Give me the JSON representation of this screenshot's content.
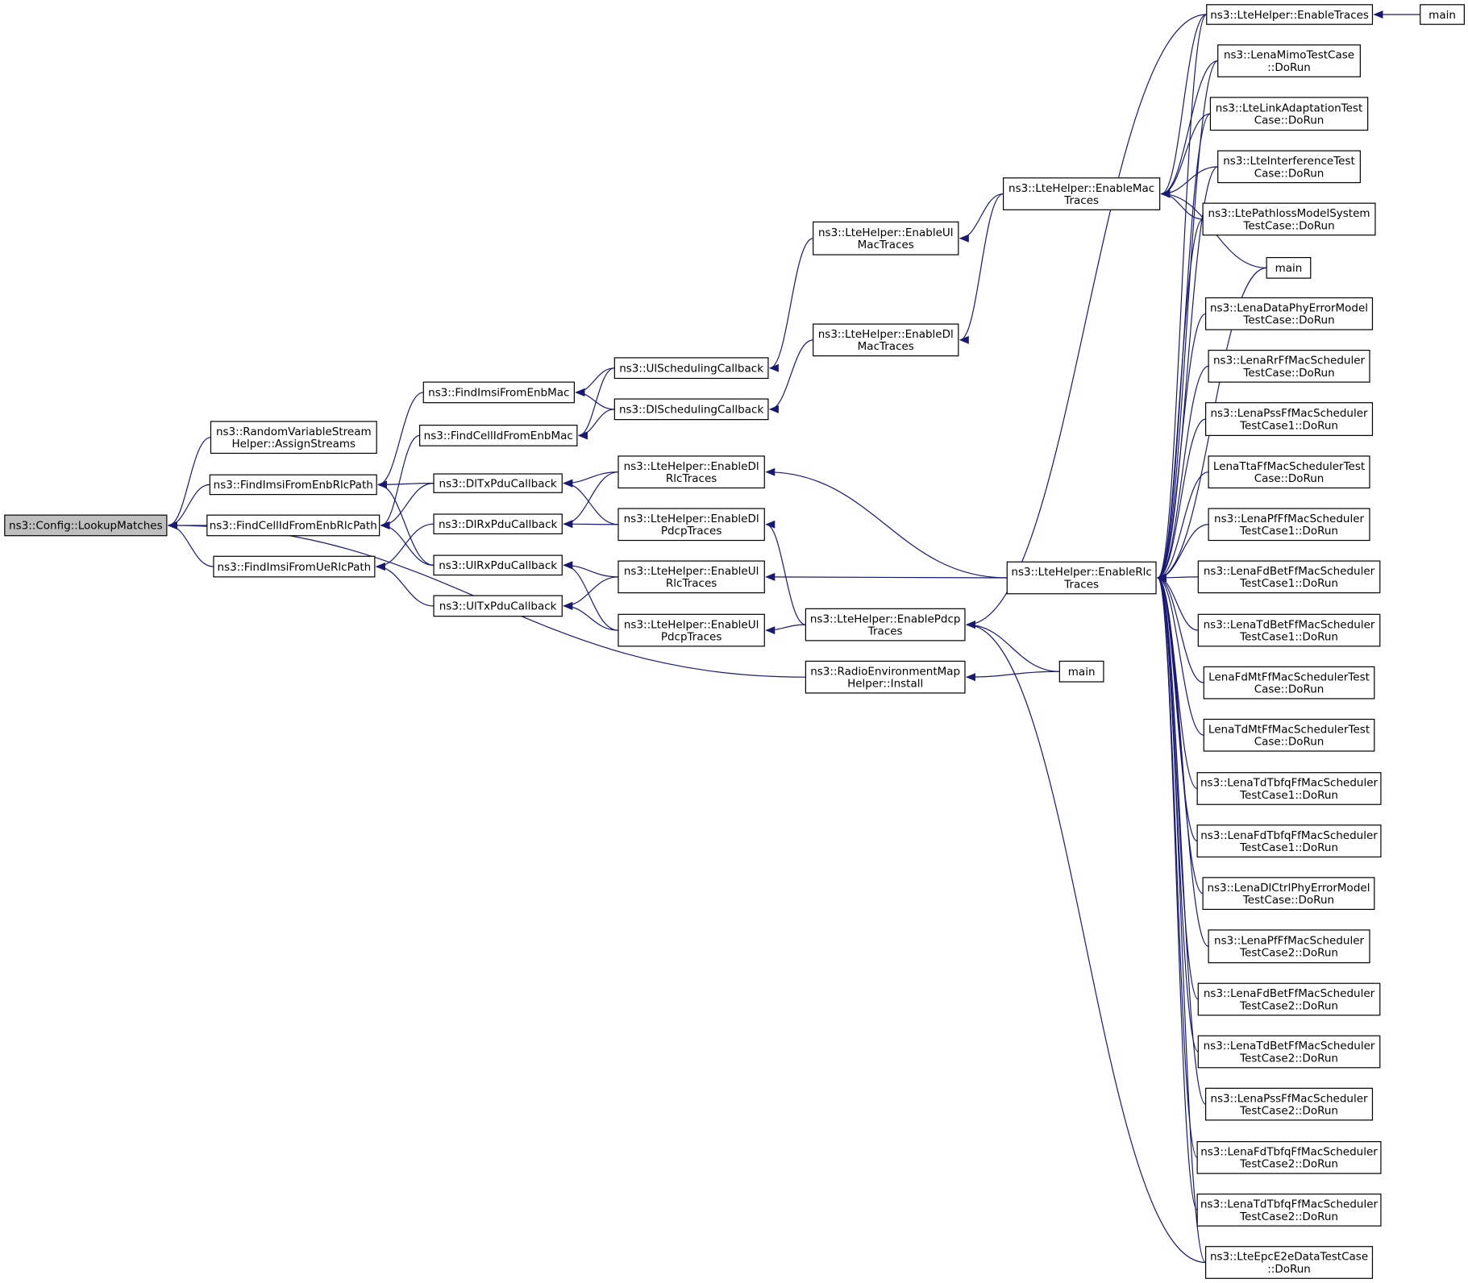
{
  "nodes": [
    {
      "id": "root",
      "lines": [
        "ns3::Config::LookupMatches"
      ],
      "root": true
    },
    {
      "id": "rvs",
      "lines": [
        "ns3::RandomVariableStream",
        "Helper::AssignStreams"
      ]
    },
    {
      "id": "fimsiEnbRlc",
      "lines": [
        "ns3::FindImsiFromEnbRlcPath"
      ]
    },
    {
      "id": "fcellEnbRlc",
      "lines": [
        "ns3::FindCellIdFromEnbRlcPath"
      ]
    },
    {
      "id": "fimsiUeRlc",
      "lines": [
        "ns3::FindImsiFromUeRlcPath"
      ]
    },
    {
      "id": "fimsiEnbMac",
      "lines": [
        "ns3::FindImsiFromEnbMac"
      ]
    },
    {
      "id": "fcellEnbMac",
      "lines": [
        "ns3::FindCellIdFromEnbMac"
      ]
    },
    {
      "id": "dltx",
      "lines": [
        "ns3::DlTxPduCallback"
      ]
    },
    {
      "id": "dlrx",
      "lines": [
        "ns3::DlRxPduCallback"
      ]
    },
    {
      "id": "ulrx",
      "lines": [
        "ns3::UlRxPduCallback"
      ]
    },
    {
      "id": "ultx",
      "lines": [
        "ns3::UlTxPduCallback"
      ]
    },
    {
      "id": "ulsched",
      "lines": [
        "ns3::UlSchedulingCallback"
      ]
    },
    {
      "id": "dlsched",
      "lines": [
        "ns3::DlSchedulingCallback"
      ]
    },
    {
      "id": "edlrlc",
      "lines": [
        "ns3::LteHelper::EnableDl",
        "RlcTraces"
      ]
    },
    {
      "id": "edlpdcp",
      "lines": [
        "ns3::LteHelper::EnableDl",
        "PdcpTraces"
      ]
    },
    {
      "id": "eulrlc",
      "lines": [
        "ns3::LteHelper::EnableUl",
        "RlcTraces"
      ]
    },
    {
      "id": "eulpdcp",
      "lines": [
        "ns3::LteHelper::EnableUl",
        "PdcpTraces"
      ]
    },
    {
      "id": "eulmac",
      "lines": [
        "ns3::LteHelper::EnableUl",
        "MacTraces"
      ]
    },
    {
      "id": "edlmac",
      "lines": [
        "ns3::LteHelper::EnableDl",
        "MacTraces"
      ]
    },
    {
      "id": "epdcp",
      "lines": [
        "ns3::LteHelper::EnablePdcp",
        "Traces"
      ]
    },
    {
      "id": "rem",
      "lines": [
        "ns3::RadioEnvironmentMap",
        "Helper::Install"
      ]
    },
    {
      "id": "emac",
      "lines": [
        "ns3::LteHelper::EnableMac",
        "Traces"
      ]
    },
    {
      "id": "erlc",
      "lines": [
        "ns3::LteHelper::EnableRlc",
        "Traces"
      ]
    },
    {
      "id": "main2",
      "lines": [
        "main"
      ]
    },
    {
      "id": "etraces",
      "lines": [
        "ns3::LteHelper::EnableTraces"
      ]
    },
    {
      "id": "main1",
      "lines": [
        "main"
      ]
    },
    {
      "id": "mimo",
      "lines": [
        "ns3::LenaMimoTestCase",
        "::DoRun"
      ]
    },
    {
      "id": "linkad",
      "lines": [
        "ns3::LteLinkAdaptationTest",
        "Case::DoRun"
      ]
    },
    {
      "id": "interf",
      "lines": [
        "ns3::LteInterferenceTest",
        "Case::DoRun"
      ]
    },
    {
      "id": "pathloss",
      "lines": [
        "ns3::LtePathlossModelSystem",
        "TestCase::DoRun"
      ]
    },
    {
      "id": "main3",
      "lines": [
        "main"
      ]
    },
    {
      "id": "dataphy",
      "lines": [
        "ns3::LenaDataPhyErrorModel",
        "TestCase::DoRun"
      ]
    },
    {
      "id": "rrff",
      "lines": [
        "ns3::LenaRrFfMacScheduler",
        "TestCase::DoRun"
      ]
    },
    {
      "id": "pss1",
      "lines": [
        "ns3::LenaPssFfMacScheduler",
        "TestCase1::DoRun"
      ]
    },
    {
      "id": "tta",
      "lines": [
        "LenaTtaFfMacSchedulerTest",
        "Case::DoRun"
      ]
    },
    {
      "id": "pf1",
      "lines": [
        "ns3::LenaPfFfMacScheduler",
        "TestCase1::DoRun"
      ]
    },
    {
      "id": "fdbet1",
      "lines": [
        "ns3::LenaFdBetFfMacScheduler",
        "TestCase1::DoRun"
      ]
    },
    {
      "id": "tdbet1",
      "lines": [
        "ns3::LenaTdBetFfMacScheduler",
        "TestCase1::DoRun"
      ]
    },
    {
      "id": "fdmt",
      "lines": [
        "LenaFdMtFfMacSchedulerTest",
        "Case::DoRun"
      ]
    },
    {
      "id": "tdmt",
      "lines": [
        "LenaTdMtFfMacSchedulerTest",
        "Case::DoRun"
      ]
    },
    {
      "id": "tdtbfq1",
      "lines": [
        "ns3::LenaTdTbfqFfMacScheduler",
        "TestCase1::DoRun"
      ]
    },
    {
      "id": "fdtbfq1",
      "lines": [
        "ns3::LenaFdTbfqFfMacScheduler",
        "TestCase1::DoRun"
      ]
    },
    {
      "id": "dlctrl",
      "lines": [
        "ns3::LenaDlCtrlPhyErrorModel",
        "TestCase::DoRun"
      ]
    },
    {
      "id": "pf2",
      "lines": [
        "ns3::LenaPfFfMacScheduler",
        "TestCase2::DoRun"
      ]
    },
    {
      "id": "fdbet2",
      "lines": [
        "ns3::LenaFdBetFfMacScheduler",
        "TestCase2::DoRun"
      ]
    },
    {
      "id": "tdbet2",
      "lines": [
        "ns3::LenaTdBetFfMacScheduler",
        "TestCase2::DoRun"
      ]
    },
    {
      "id": "pss2",
      "lines": [
        "ns3::LenaPssFfMacScheduler",
        "TestCase2::DoRun"
      ]
    },
    {
      "id": "fdtbfq2",
      "lines": [
        "ns3::LenaFdTbfqFfMacScheduler",
        "TestCase2::DoRun"
      ]
    },
    {
      "id": "tdtbfq2",
      "lines": [
        "ns3::LenaTdTbfqFfMacScheduler",
        "TestCase2::DoRun"
      ]
    },
    {
      "id": "epce2e",
      "lines": [
        "ns3::LteEpcE2eDataTestCase",
        "::DoRun"
      ]
    }
  ],
  "edges": [
    {
      "from": "rvs",
      "to": "root"
    },
    {
      "from": "fimsiEnbRlc",
      "to": "root"
    },
    {
      "from": "fcellEnbRlc",
      "to": "root"
    },
    {
      "from": "fimsiUeRlc",
      "to": "root"
    },
    {
      "from": "rem",
      "to": "root"
    },
    {
      "from": "fimsiEnbMac",
      "to": "fimsiEnbRlc"
    },
    {
      "from": "dltx",
      "to": "fimsiEnbRlc"
    },
    {
      "from": "ulrx",
      "to": "fimsiEnbRlc"
    },
    {
      "from": "fcellEnbMac",
      "to": "fcellEnbRlc"
    },
    {
      "from": "dltx",
      "to": "fcellEnbRlc"
    },
    {
      "from": "ulrx",
      "to": "fcellEnbRlc"
    },
    {
      "from": "dlrx",
      "to": "fimsiUeRlc"
    },
    {
      "from": "ultx",
      "to": "fimsiUeRlc"
    },
    {
      "from": "ulsched",
      "to": "fimsiEnbMac"
    },
    {
      "from": "dlsched",
      "to": "fimsiEnbMac"
    },
    {
      "from": "ulsched",
      "to": "fcellEnbMac"
    },
    {
      "from": "dlsched",
      "to": "fcellEnbMac"
    },
    {
      "from": "edlrlc",
      "to": "dltx"
    },
    {
      "from": "edlpdcp",
      "to": "dltx"
    },
    {
      "from": "edlrlc",
      "to": "dlrx"
    },
    {
      "from": "edlpdcp",
      "to": "dlrx"
    },
    {
      "from": "eulrlc",
      "to": "ulrx"
    },
    {
      "from": "eulpdcp",
      "to": "ulrx"
    },
    {
      "from": "eulrlc",
      "to": "ultx"
    },
    {
      "from": "eulpdcp",
      "to": "ultx"
    },
    {
      "from": "eulmac",
      "to": "ulsched"
    },
    {
      "from": "edlmac",
      "to": "dlsched"
    },
    {
      "from": "erlc",
      "to": "edlrlc"
    },
    {
      "from": "epdcp",
      "to": "edlpdcp"
    },
    {
      "from": "erlc",
      "to": "eulrlc"
    },
    {
      "from": "epdcp",
      "to": "eulpdcp"
    },
    {
      "from": "emac",
      "to": "eulmac"
    },
    {
      "from": "emac",
      "to": "edlmac"
    },
    {
      "from": "etraces",
      "to": "epdcp"
    },
    {
      "from": "main2",
      "to": "epdcp"
    },
    {
      "from": "epce2e",
      "to": "epdcp"
    },
    {
      "from": "main2",
      "to": "rem"
    },
    {
      "from": "etraces",
      "to": "emac"
    },
    {
      "from": "mimo",
      "to": "emac"
    },
    {
      "from": "linkad",
      "to": "emac"
    },
    {
      "from": "interf",
      "to": "emac"
    },
    {
      "from": "pathloss",
      "to": "emac"
    },
    {
      "from": "main3",
      "to": "emac"
    },
    {
      "from": "etraces",
      "to": "erlc"
    },
    {
      "from": "mimo",
      "to": "erlc"
    },
    {
      "from": "linkad",
      "to": "erlc"
    },
    {
      "from": "interf",
      "to": "erlc"
    },
    {
      "from": "pathloss",
      "to": "erlc"
    },
    {
      "from": "main3",
      "to": "erlc"
    },
    {
      "from": "dataphy",
      "to": "erlc"
    },
    {
      "from": "rrff",
      "to": "erlc"
    },
    {
      "from": "pss1",
      "to": "erlc"
    },
    {
      "from": "tta",
      "to": "erlc"
    },
    {
      "from": "pf1",
      "to": "erlc"
    },
    {
      "from": "fdbet1",
      "to": "erlc"
    },
    {
      "from": "tdbet1",
      "to": "erlc"
    },
    {
      "from": "fdmt",
      "to": "erlc"
    },
    {
      "from": "tdmt",
      "to": "erlc"
    },
    {
      "from": "tdtbfq1",
      "to": "erlc"
    },
    {
      "from": "fdtbfq1",
      "to": "erlc"
    },
    {
      "from": "dlctrl",
      "to": "erlc"
    },
    {
      "from": "pf2",
      "to": "erlc"
    },
    {
      "from": "fdbet2",
      "to": "erlc"
    },
    {
      "from": "tdbet2",
      "to": "erlc"
    },
    {
      "from": "pss2",
      "to": "erlc"
    },
    {
      "from": "fdtbfq2",
      "to": "erlc"
    },
    {
      "from": "tdtbfq2",
      "to": "erlc"
    },
    {
      "from": "epce2e",
      "to": "erlc"
    },
    {
      "from": "main1",
      "to": "etraces"
    }
  ]
}
